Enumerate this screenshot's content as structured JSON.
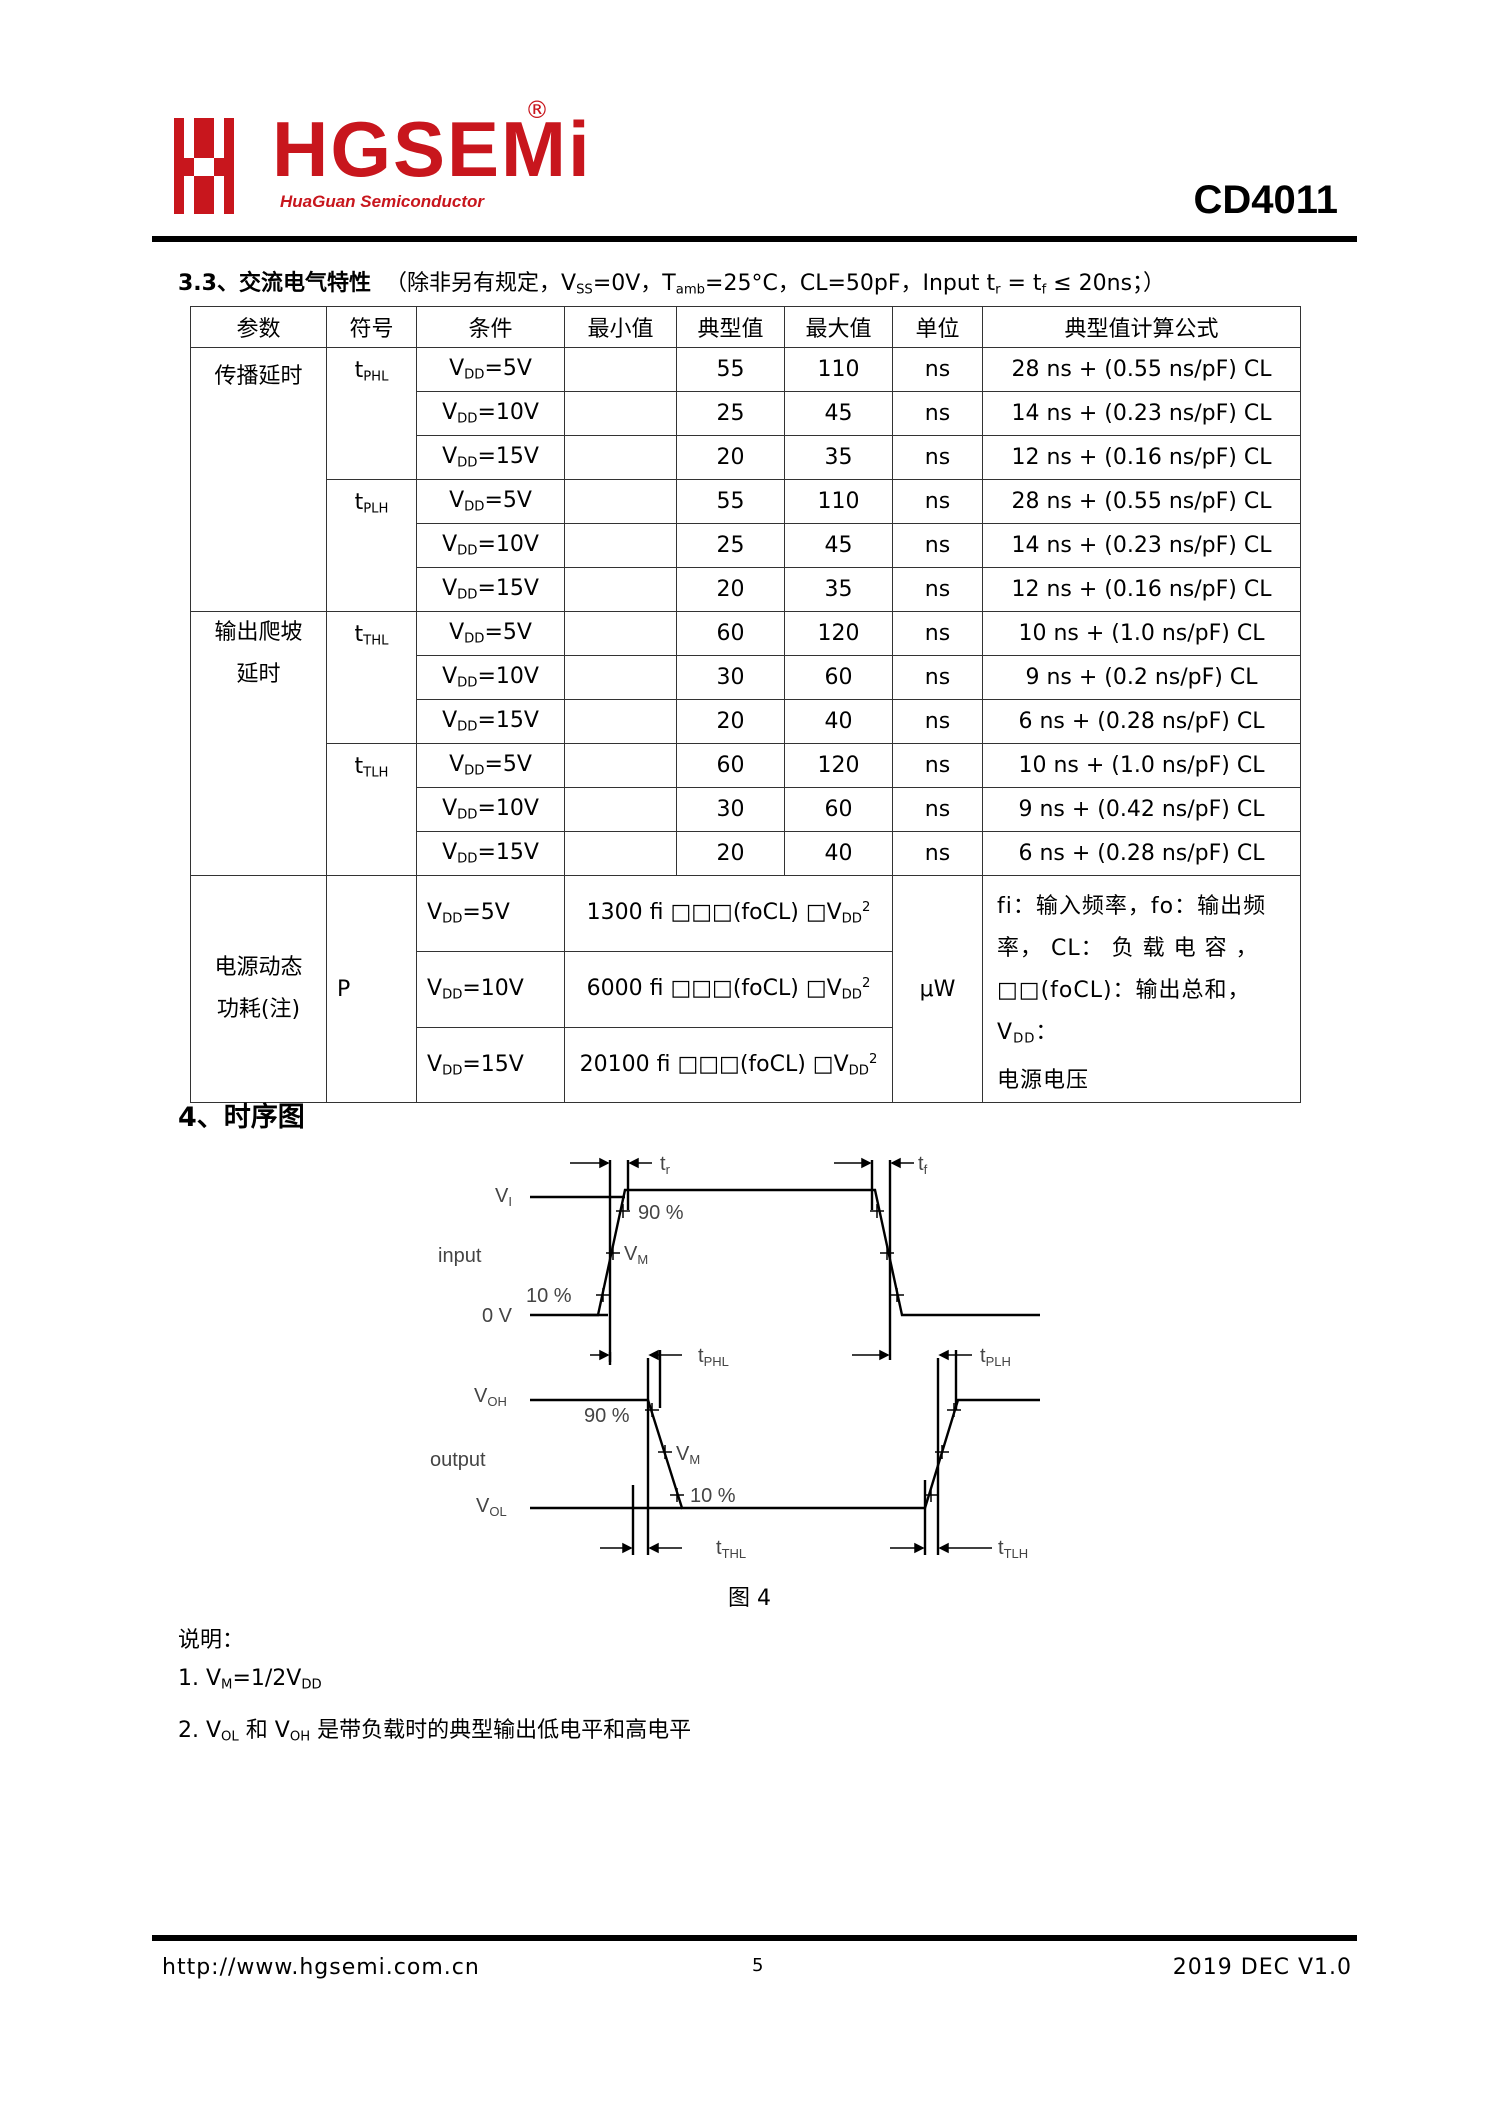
{
  "header": {
    "brand": "HGSEMi",
    "reg_mark": "®",
    "company": "HuaGuan Semiconductor",
    "part_number": "CD4011"
  },
  "section_3_3": {
    "number": "3.3",
    "title": "、交流电气特性",
    "conditions": {
      "p1": "（除非另有规定，V",
      "vss_sub": "SS",
      "p2": "=0V，T",
      "tamb_sub": "amb",
      "p3": "=25°C，CL=50pF，Input t",
      "tr_sub": "r",
      "p4": " = t",
      "tf_sub": "f",
      "p5": " ≤ 20ns；）"
    }
  },
  "table": {
    "headers": [
      "参数",
      "符号",
      "条件",
      "最小值",
      "典型值",
      "最大值",
      "单位",
      "典型值计算公式"
    ],
    "vdd_prefix": "V",
    "vdd_sub": "DD",
    "param_prop_delay": "传播延时",
    "param_transition_1": "输出爬坡",
    "param_transition_2": "延时",
    "param_power_1": "电源动态",
    "param_power_2": "功耗(注)",
    "symbols": {
      "t": "t",
      "phl": "PHL",
      "plh": "PLH",
      "thl": "THL",
      "tlh": "TLH",
      "p": "P"
    },
    "rows": [
      {
        "cond": "=5V",
        "min": "",
        "typ": "55",
        "max": "110",
        "unit": "ns",
        "formula": "28 ns + (0.55 ns/pF)  CL"
      },
      {
        "cond": "=10V",
        "min": "",
        "typ": "25",
        "max": "45",
        "unit": "ns",
        "formula": "14 ns + (0.23 ns/pF)  CL"
      },
      {
        "cond": "=15V",
        "min": "",
        "typ": "20",
        "max": "35",
        "unit": "ns",
        "formula": "12 ns + (0.16 ns/pF)  CL"
      },
      {
        "cond": "=5V",
        "min": "",
        "typ": "55",
        "max": "110",
        "unit": "ns",
        "formula": "28 ns + (0.55 ns/pF)  CL"
      },
      {
        "cond": "=10V",
        "min": "",
        "typ": "25",
        "max": "45",
        "unit": "ns",
        "formula": "14 ns + (0.23 ns/pF)  CL"
      },
      {
        "cond": "=15V",
        "min": "",
        "typ": "20",
        "max": "35",
        "unit": "ns",
        "formula": "12 ns + (0.16 ns/pF)  CL"
      },
      {
        "cond": "=5V",
        "min": "",
        "typ": "60",
        "max": "120",
        "unit": "ns",
        "formula": "10 ns + (1.0 ns/pF)  CL"
      },
      {
        "cond": "=10V",
        "min": "",
        "typ": "30",
        "max": "60",
        "unit": "ns",
        "formula": "9 ns + (0.2 ns/pF)  CL"
      },
      {
        "cond": "=15V",
        "min": "",
        "typ": "20",
        "max": "40",
        "unit": "ns",
        "formula": "6 ns + (0.28 ns/pF)  CL"
      },
      {
        "cond": "=5V",
        "min": "",
        "typ": "60",
        "max": "120",
        "unit": "ns",
        "formula": "10 ns + (1.0 ns/pF)  CL"
      },
      {
        "cond": "=10V",
        "min": "",
        "typ": "30",
        "max": "60",
        "unit": "ns",
        "formula": "9 ns + (0.42 ns/pF)  CL"
      },
      {
        "cond": "=15V",
        "min": "",
        "typ": "20",
        "max": "40",
        "unit": "ns",
        "formula": "6 ns + (0.28 ns/pF)  CL"
      }
    ],
    "power_rows": [
      {
        "cond": "=5V",
        "formula": "1300 fi □□□(foCL)  □V"
      },
      {
        "cond": "=10V",
        "formula": "6000 fi □□□(foCL)  □V"
      },
      {
        "cond": "=15V",
        "formula": "20100 fi □□□(foCL)  □V"
      }
    ],
    "power_unit": "μW",
    "power_note": {
      "l1": "fi：输入频率，fo：输出频",
      "l2": "率， CL： 负 载 电 容 ，",
      "l3": "□□(foCL)：输出总和，V",
      "l3_end": "：",
      "l4": "电源电压"
    }
  },
  "section_4": {
    "title": "4、时序图"
  },
  "timing_diagram": {
    "labels": {
      "tr": "t",
      "tr_sub": "r",
      "tf": "t",
      "tf_sub": "f",
      "vi": "V",
      "vi_sub": "I",
      "p90_in": "90 %",
      "vm_in": "V",
      "vm_sub": "M",
      "input": "input",
      "p10_in": "10 %",
      "zero_v": "0 V",
      "tphl": "t",
      "tphl_sub": "PHL",
      "tplh": "t",
      "tplh_sub": "PLH",
      "voh": "V",
      "voh_sub": "OH",
      "p90_out": "90 %",
      "output": "output",
      "vm_out": "V",
      "vm_out_sub": "M",
      "p10_out": "10 %",
      "vol": "V",
      "vol_sub": "OL",
      "tthl": "t",
      "tthl_sub": "THL",
      "ttlh": "t",
      "ttlh_sub": "TLH"
    },
    "caption": "图 4"
  },
  "notes": {
    "title": "说明：",
    "n1_prefix": "1.  V",
    "n1_sub1": "M",
    "n1_mid": "=1/2V",
    "n1_sub2": "DD",
    "n2_p1": "2.  V",
    "n2_sub1": "OL",
    "n2_p2": " 和 V",
    "n2_sub2": "OH",
    "n2_p3": " 是带负载时的典型输出低电平和高电平"
  },
  "footer": {
    "url": "http://www.hgsemi.com.cn",
    "page": "5",
    "version": "2019 DEC V1.0"
  },
  "colors": {
    "brand_red": "#c8161d",
    "text": "#000000"
  },
  "icons": [
    "hgsemi-logo-icon"
  ]
}
